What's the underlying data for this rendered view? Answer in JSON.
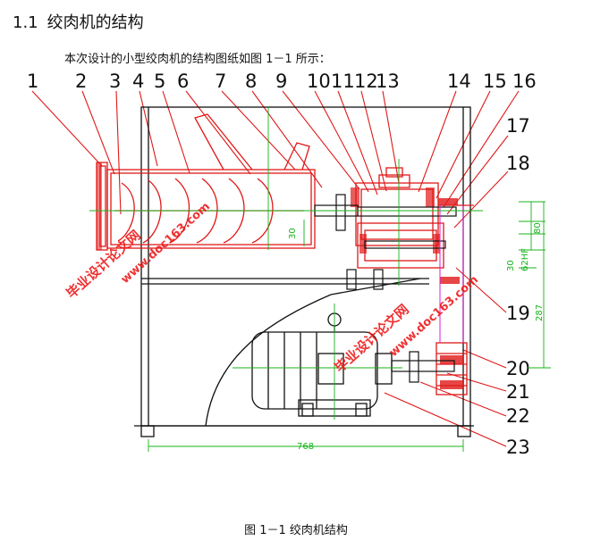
{
  "heading": {
    "number": "1.1",
    "title": "绞肉机的结构"
  },
  "intro": "本次设计的小型绞肉机的结构图纸如图 1－1 所示：",
  "caption": "图 1－1  绞肉机结构",
  "callouts": [
    "1",
    "2",
    "3",
    "4",
    "5",
    "6",
    "7",
    "8",
    "9",
    "10",
    "11",
    "12",
    "13",
    "14",
    "15",
    "16",
    "17",
    "18",
    "19",
    "20",
    "21",
    "22",
    "23"
  ],
  "dimensions": {
    "width": "768",
    "h30": "30",
    "h80": "80",
    "h62": "62",
    "h30b": "30",
    "h287": "287",
    "note62": "62HF"
  },
  "watermarks": {
    "cn": "毕业设计论文网",
    "url": "www.doc163.com"
  },
  "colors": {
    "line": "#111111",
    "red": "#e01818",
    "green": "#17b31a",
    "magenta": "#d81bd8"
  }
}
